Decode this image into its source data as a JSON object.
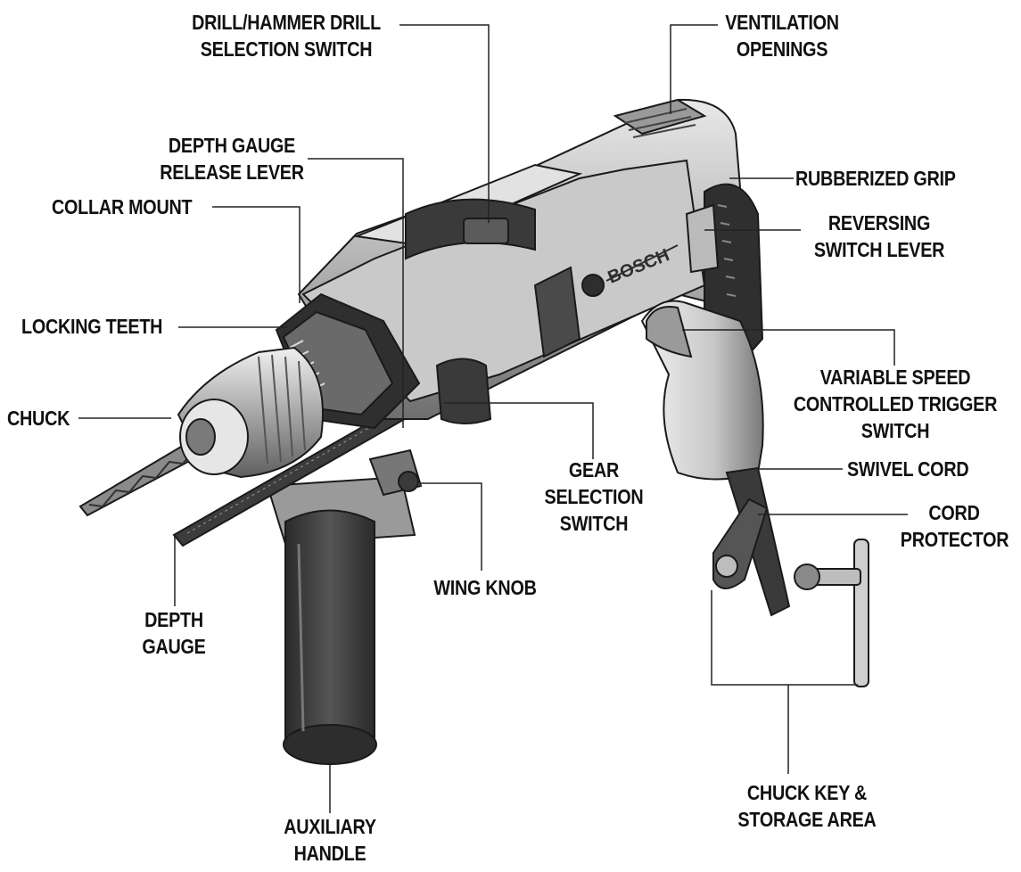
{
  "diagram": {
    "brand_mark": "BOSCH",
    "labels": {
      "drill_hammer_switch": [
        "DRILL/HAMMER DRILL",
        "SELECTION SWITCH"
      ],
      "ventilation_openings": [
        "VENTILATION",
        "OPENINGS"
      ],
      "depth_gauge_release_lever": [
        "DEPTH GAUGE",
        "RELEASE LEVER"
      ],
      "rubberized_grip": [
        "RUBBERIZED GRIP"
      ],
      "collar_mount": [
        "COLLAR MOUNT"
      ],
      "reversing_switch_lever": [
        "REVERSING",
        "SWITCH LEVER"
      ],
      "locking_teeth": [
        "LOCKING TEETH"
      ],
      "variable_speed_trigger": [
        "VARIABLE SPEED",
        "CONTROLLED TRIGGER",
        "SWITCH"
      ],
      "chuck": [
        "CHUCK"
      ],
      "swivel_cord": [
        "SWIVEL CORD"
      ],
      "gear_selection_switch": [
        "GEAR",
        "SELECTION",
        "SWITCH"
      ],
      "cord_protector": [
        "CORD",
        "PROTECTOR"
      ],
      "wing_knob": [
        "WING KNOB"
      ],
      "depth_gauge": [
        "DEPTH",
        "GAUGE"
      ],
      "chuck_key_storage": [
        "CHUCK KEY &",
        "STORAGE AREA"
      ],
      "auxiliary_handle": [
        "AUXILIARY",
        "HANDLE"
      ]
    }
  },
  "colors": {
    "leader": "#222222",
    "body_dark": "#3a3a3a",
    "body_mid": "#8a8a8a",
    "body_light": "#d6d6d6"
  }
}
